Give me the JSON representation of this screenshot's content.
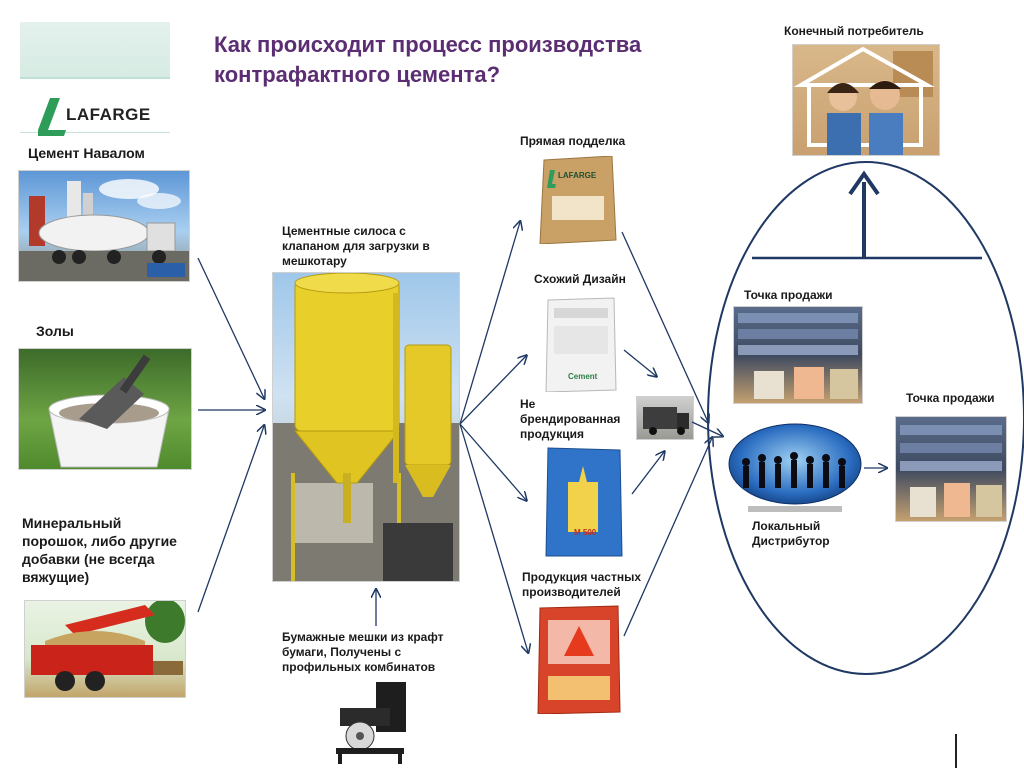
{
  "title": "Как происходит процесс производства контрафактного цемента?",
  "logo": {
    "text": "LAFARGE"
  },
  "labels": {
    "bulk_cement": "Цемент Навалом",
    "ash": "Золы",
    "mineral": "Минеральный порошок, либо другие добавки (не всегда вяжущие)",
    "silos": "Цементные силоса с клапаном для загрузки в мешкотару",
    "paper_bags": "Бумажные мешки из крафт бумаги,  Получены с профильных комбинатов",
    "direct_fake": "Прямая подделка",
    "similar_design": "Схожий Дизайн",
    "unbranded": "Не брендированная продукция",
    "private_producers": "Продукция частных производителей",
    "end_consumer": "Конечный потребитель",
    "point_of_sale_1": "Точка продажи",
    "point_of_sale_2": "Точка продажи",
    "local_distributor": "Локальный Дистрибутор"
  },
  "bag_texts": {
    "lafarge_bag_brand": "LAFARGE",
    "m500": "M 500",
    "cement_word": "Cement"
  },
  "colors": {
    "title": "#5b2d72",
    "arrow": "#1f3864",
    "silo": "#e8cf2a",
    "bag_kraft": "#c9a066",
    "bag_blue": "#2f74c8",
    "bag_red": "#d8442a"
  }
}
